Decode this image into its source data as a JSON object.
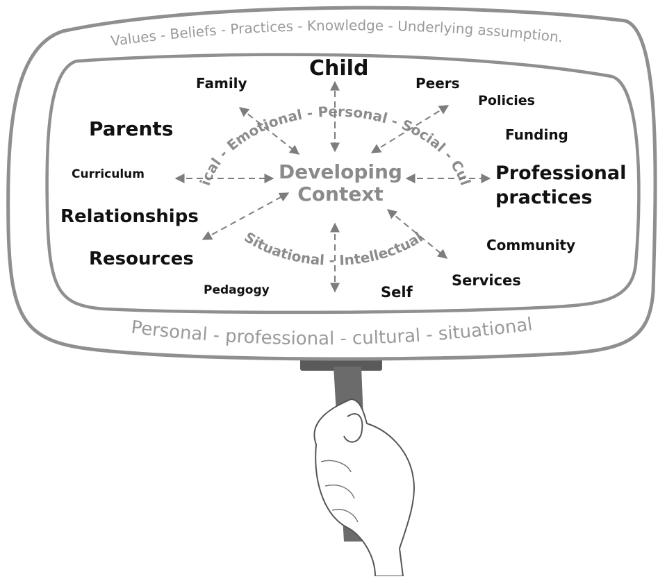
{
  "outer_band_text": "Values - Beliefs - Practices - Knowledge - Underlying assumption.",
  "lower_band_text": "Personal - professional - cultural - situational",
  "ring_text_top": "Physical - Emotional - Personal - Social - Cultural",
  "ring_text_bottom": "Situational - Intellectual",
  "center": {
    "line1": "Developing",
    "line2": "Context"
  },
  "labels": {
    "child": "Child",
    "family": "Family",
    "peers": "Peers",
    "policies": "Policies",
    "parents": "Parents",
    "funding": "Funding",
    "curriculum": "Curriculum",
    "professional_practices_1": "Professional",
    "professional_practices_2": "practices",
    "relationships": "Relationships",
    "community": "Community",
    "resources": "Resources",
    "services": "Services",
    "pedagogy": "Pedagogy",
    "self": "Self"
  },
  "colors": {
    "outline": "#8f8f8f",
    "arrows": "#7d7d7d",
    "text": "#111111",
    "grey_text": "#8a8a8a",
    "sign_post": "#6b6b6b"
  },
  "icons": [
    "hand-holding-sign-icon"
  ]
}
